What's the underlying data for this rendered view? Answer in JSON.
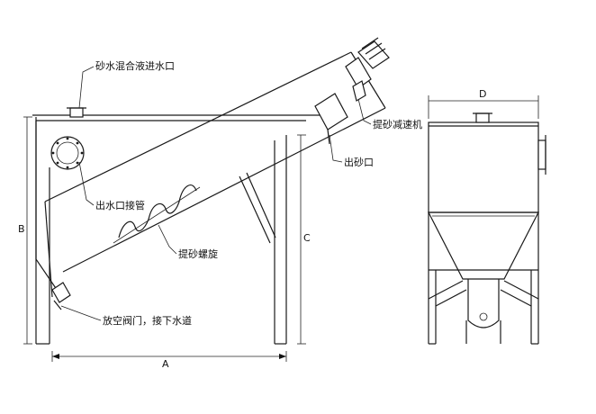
{
  "labels": {
    "inlet": "砂水混合液进水口",
    "reducer": "提砂减速机",
    "outlet_sand": "出砂口",
    "outlet_pipe": "出水口接管",
    "screw": "提砂螺旋",
    "drain": "放空阀门，接下水道"
  },
  "dimensions": {
    "a": "A",
    "b": "B",
    "c": "C",
    "d": "D"
  }
}
